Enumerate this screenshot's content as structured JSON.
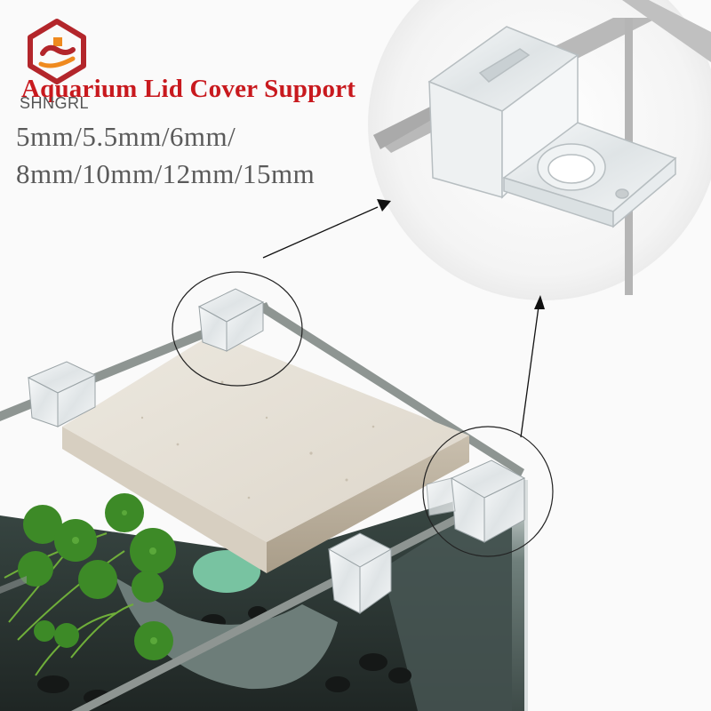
{
  "product": {
    "title": "Aquarium Lid Cover Support",
    "brand": "SHNGRL",
    "sizes_line1": "5mm/5.5mm/6mm/",
    "sizes_line2": "8mm/10mm/12mm/15mm",
    "sizes": [
      "5mm",
      "5.5mm",
      "6mm",
      "8mm",
      "10mm",
      "12mm",
      "15mm"
    ]
  },
  "logo": {
    "icon": "house-s-logo-icon",
    "colors": {
      "primary": "#b3262b",
      "accent": "#ef8a1f"
    }
  },
  "colors": {
    "title": "#c8191e",
    "sizes_text": "#5a5a5a",
    "background": "#fafafa",
    "detail_circle": "#efefef",
    "glass_edge": "#a9a9a9",
    "stone_slab": "#e6e1d8",
    "plant_green": "#3f8a2a"
  },
  "illustration": {
    "callouts": [
      {
        "name": "back-clip-callout",
        "target": "detail-view"
      },
      {
        "name": "front-corner-clip-callout",
        "target": "detail-view"
      }
    ],
    "detail_view": "enlarged-acrylic-lid-support-clip"
  }
}
